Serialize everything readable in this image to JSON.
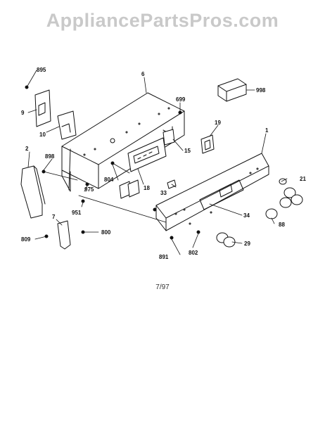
{
  "watermark": "AppliancePartsPros.com",
  "footer_code": "7/97",
  "parts": [
    {
      "label": "895"
    },
    {
      "label": "6"
    },
    {
      "label": "699"
    },
    {
      "label": "998"
    },
    {
      "label": "9"
    },
    {
      "label": "10"
    },
    {
      "label": "15"
    },
    {
      "label": "19"
    },
    {
      "label": "1"
    },
    {
      "label": "2"
    },
    {
      "label": "898"
    },
    {
      "label": "18"
    },
    {
      "label": "804"
    },
    {
      "label": "975"
    },
    {
      "label": "33"
    },
    {
      "label": "21"
    },
    {
      "label": "951"
    },
    {
      "label": "34"
    },
    {
      "label": "88"
    },
    {
      "label": "7"
    },
    {
      "label": "800"
    },
    {
      "label": "809"
    },
    {
      "label": "29"
    },
    {
      "label": "802"
    },
    {
      "label": "891"
    }
  ],
  "colors": {
    "ink": "#111111",
    "watermark": "#c9c9c9"
  }
}
